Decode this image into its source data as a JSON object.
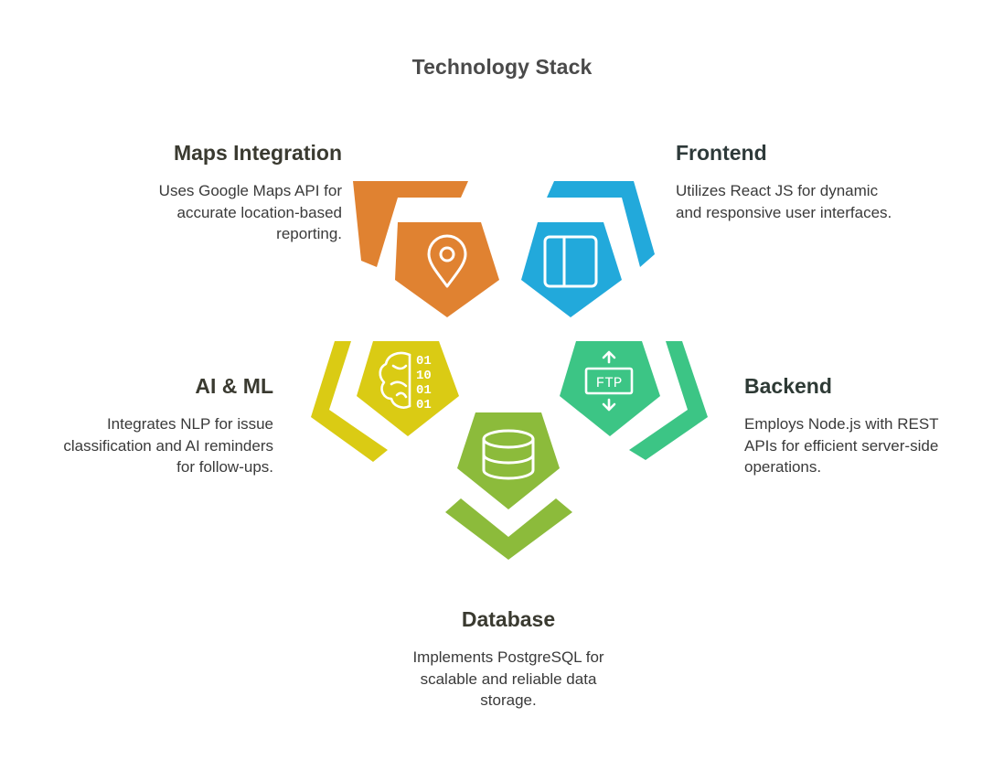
{
  "title": "Technology Stack",
  "colors": {
    "maps": "#E08231",
    "frontend": "#22A9DB",
    "ai": "#DACB14",
    "backend": "#3CC585",
    "database": "#8CBB3B",
    "icon_stroke": "#ffffff"
  },
  "components": {
    "maps": {
      "heading": "Maps Integration",
      "description": "Uses Google Maps API for\naccurate location-based\nreporting.",
      "icon": "map-pin-icon"
    },
    "frontend": {
      "heading": "Frontend",
      "description": "Utilizes React JS for dynamic\nand responsive user interfaces.",
      "icon": "browser-layout-icon"
    },
    "ai": {
      "heading": "AI & ML",
      "description": "Integrates NLP for issue\nclassification and AI reminders\nfor follow-ups.",
      "icon": "brain-binary-icon",
      "icon_text": [
        "01",
        "10",
        "01",
        "01"
      ]
    },
    "backend": {
      "heading": "Backend",
      "description": "Employs Node.js with REST\nAPIs for efficient server-side\noperations.",
      "icon": "ftp-transfer-icon",
      "icon_text": "FTP"
    },
    "database": {
      "heading": "Database",
      "description": "Implements PostgreSQL for\nscalable and reliable data\nstorage.",
      "icon": "database-icon"
    }
  }
}
